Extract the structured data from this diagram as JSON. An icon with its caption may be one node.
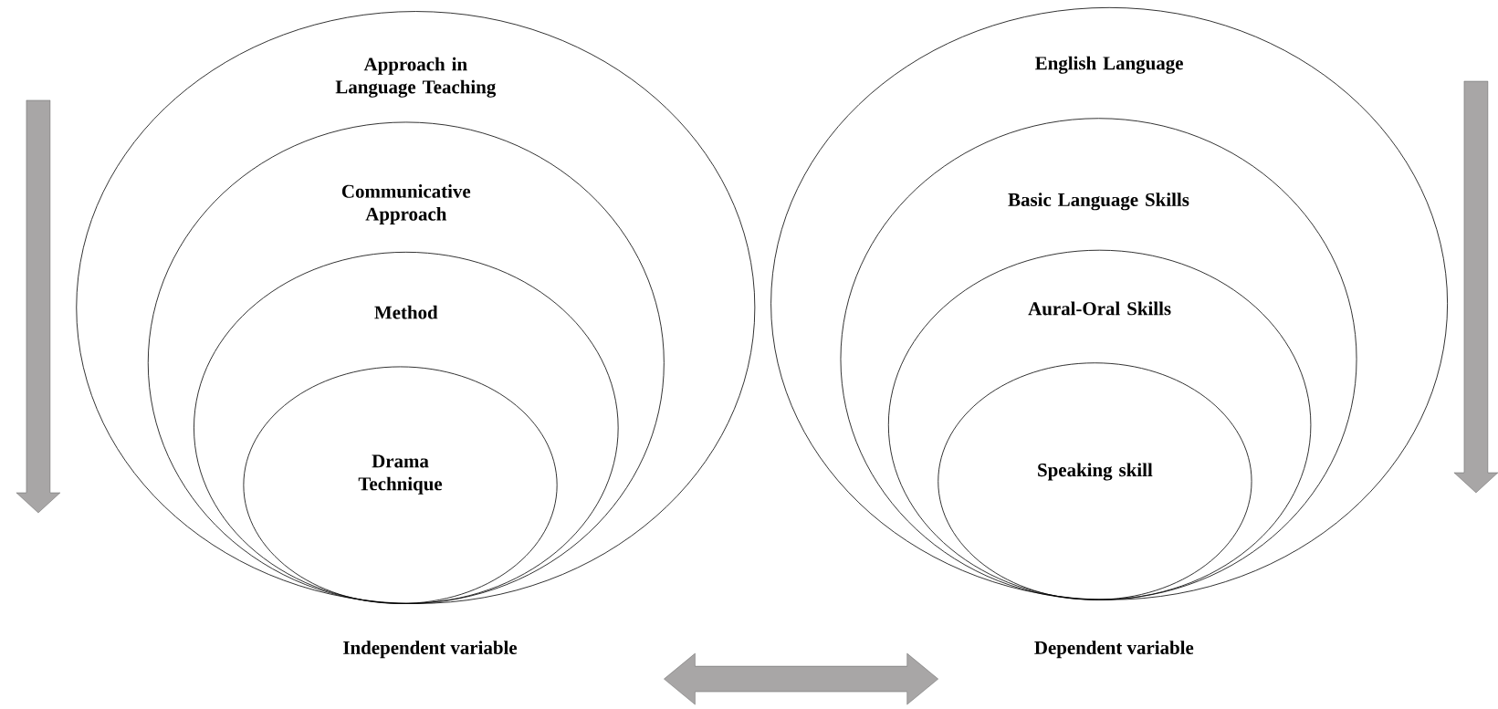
{
  "diagram": {
    "nodes": [
      {
        "text": [
          "Approach in Language Teaching"
        ]
      },
      {
        "text": [
          "Communicative Approach"
        ],
        "in": 0
      },
      {
        "text": [
          "Method"
        ],
        "in": 1
      },
      {
        "text": [
          "Drama Technique"
        ],
        "in": 2
      },
      {
        "text": [
          "English Language"
        ]
      },
      {
        "text": [
          "Basic Language Skills"
        ],
        "in": 4
      },
      {
        "text": [
          "Aural-Oral Skills"
        ],
        "in": 5
      },
      {
        "text": [
          "Speaking skill"
        ],
        "in": 6
      }
    ],
    "labels": [
      "Independent variable",
      "Dependent variable"
    ]
  }
}
